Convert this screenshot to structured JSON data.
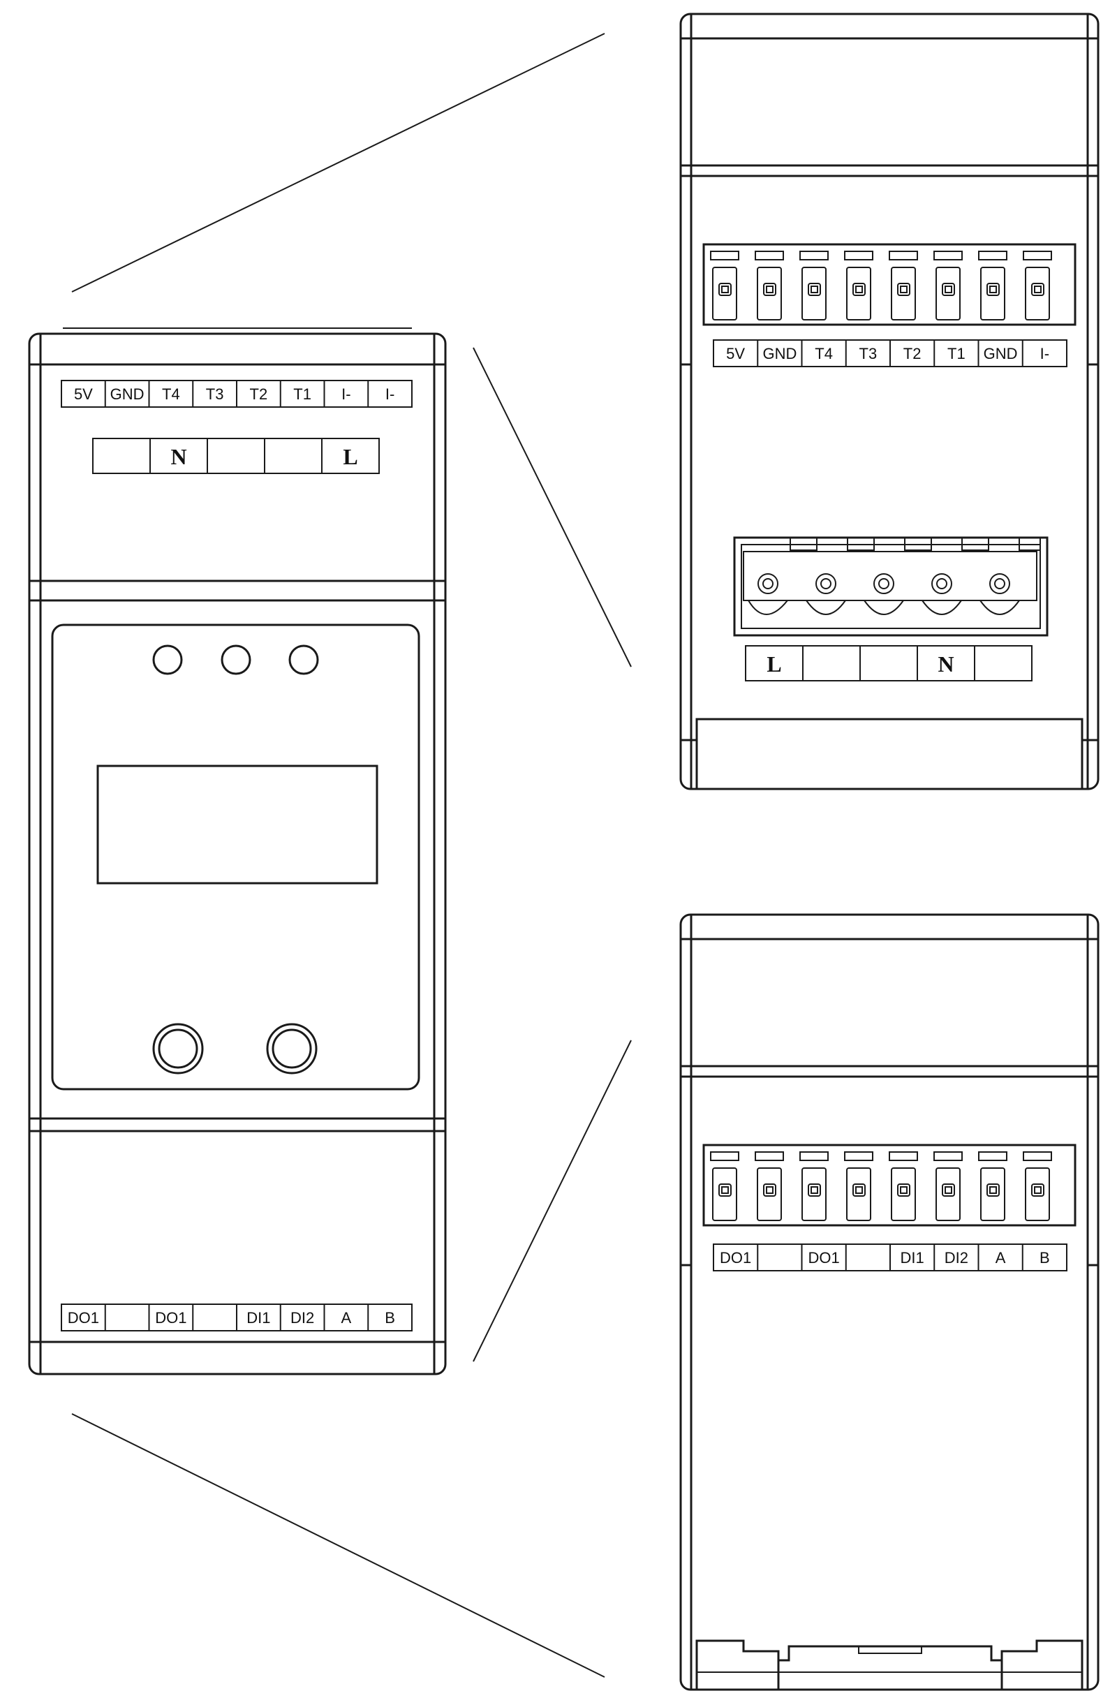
{
  "front": {
    "top_terminals": [
      "5V",
      "GND",
      "T4",
      "T3",
      "T2",
      "T1",
      "I-",
      "I-"
    ],
    "power_terminals": [
      "",
      "N",
      "",
      "",
      "L"
    ],
    "bottom_terminals": [
      "DO1",
      "",
      "DO1",
      "",
      "DI1",
      "DI2",
      "A",
      "B"
    ]
  },
  "top_view": {
    "terminals": [
      "5V",
      "GND",
      "T4",
      "T3",
      "T2",
      "T1",
      "GND",
      "I-"
    ],
    "power_terminals": [
      "L",
      "",
      "",
      "N",
      ""
    ]
  },
  "bottom_view": {
    "terminals": [
      "DO1",
      "",
      "DO1",
      "",
      "DI1",
      "DI2",
      "A",
      "B"
    ]
  },
  "colors": {
    "line": "#1a1a1a",
    "background": "#ffffff"
  }
}
